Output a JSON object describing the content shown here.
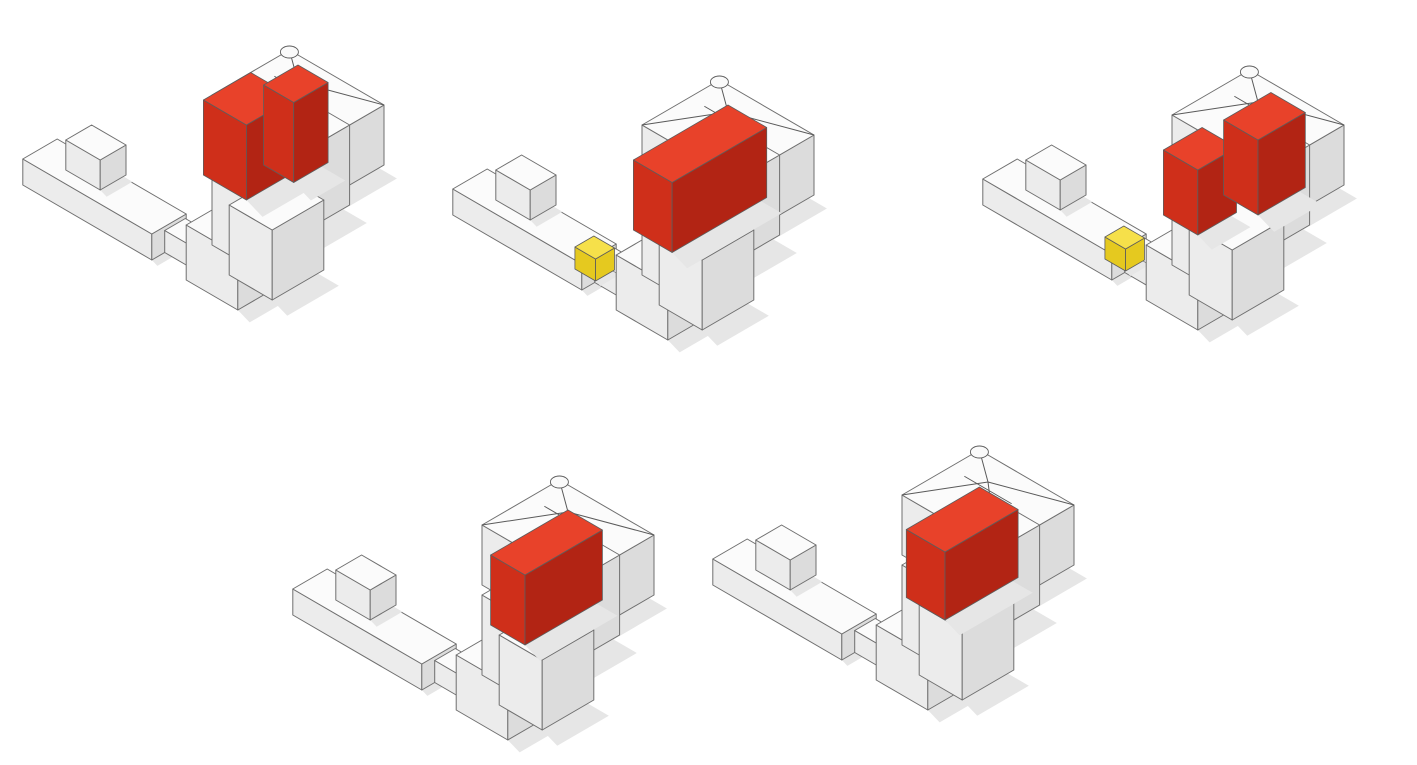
{
  "colors": {
    "background": "#ffffff",
    "existing_building": "#f8f8f8",
    "existing_building_shade": "#e2e2e2",
    "building_outline": "#6f6f6f",
    "proposed_volume_top": "#e8422a",
    "proposed_volume_side": "#cf2f1a",
    "proposed_volume_dark": "#b22414",
    "connector_top": "#f6e04a",
    "connector_side": "#e5c91f"
  },
  "panels": [
    {
      "id": "option-1",
      "proposed": "l-shaped-tall",
      "connector": false
    },
    {
      "id": "option-2",
      "proposed": "wide-block",
      "connector": true
    },
    {
      "id": "option-3",
      "proposed": "stepped-wings",
      "connector": true
    },
    {
      "id": "option-4",
      "proposed": "single-block",
      "connector": false
    },
    {
      "id": "option-5",
      "proposed": "block-with-notch",
      "connector": false
    }
  ]
}
